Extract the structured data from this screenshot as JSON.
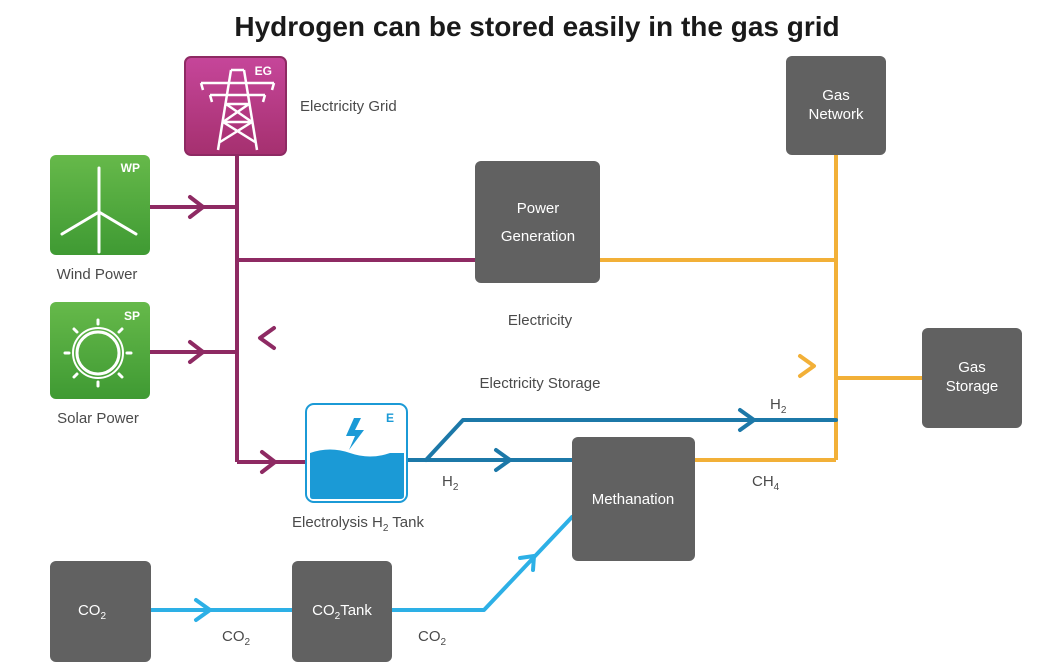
{
  "title": "Hydrogen can be stored easily in the gas grid",
  "nodes": {
    "electricity_grid": {
      "badge": "EG",
      "label": "Electricity Grid"
    },
    "wind_power": {
      "badge": "WP",
      "label": "Wind Power"
    },
    "solar_power": {
      "badge": "SP",
      "label": "Solar Power"
    },
    "gas_network": {
      "line1": "Gas",
      "line2": "Network"
    },
    "power_generation": {
      "line1": "Power",
      "line2": "Generation"
    },
    "gas_storage": {
      "line1": "Gas",
      "line2": "Storage"
    },
    "electrolysis": {
      "badge": "E",
      "label": "Electrolysis H",
      "label_sub": "2",
      "label_end": " Tank"
    },
    "methanation": {
      "label": "Methanation"
    },
    "co2_source": {
      "label": "CO",
      "label_sub": "2"
    },
    "co2_tank": {
      "label": "CO",
      "label_sub": "2",
      "label_end": "Tank"
    }
  },
  "flows": {
    "electricity": "Electricity",
    "electricity_storage": "Electricity Storage",
    "h2_upper": {
      "label": "H",
      "sub": "2"
    },
    "h2_lower": {
      "label": "H",
      "sub": "2"
    },
    "ch4": {
      "label": "CH",
      "sub": "4"
    },
    "co2_left": {
      "label": "CO",
      "sub": "2"
    },
    "co2_right": {
      "label": "CO",
      "sub": "2"
    }
  },
  "colors": {
    "electricity": "#8e2a63",
    "gas": "#f2b038",
    "hydrogen": "#1c78a8",
    "co2": "#2db0e6",
    "box": "#616161",
    "renewable": "#4aa63c",
    "grid": "#b73a84"
  }
}
